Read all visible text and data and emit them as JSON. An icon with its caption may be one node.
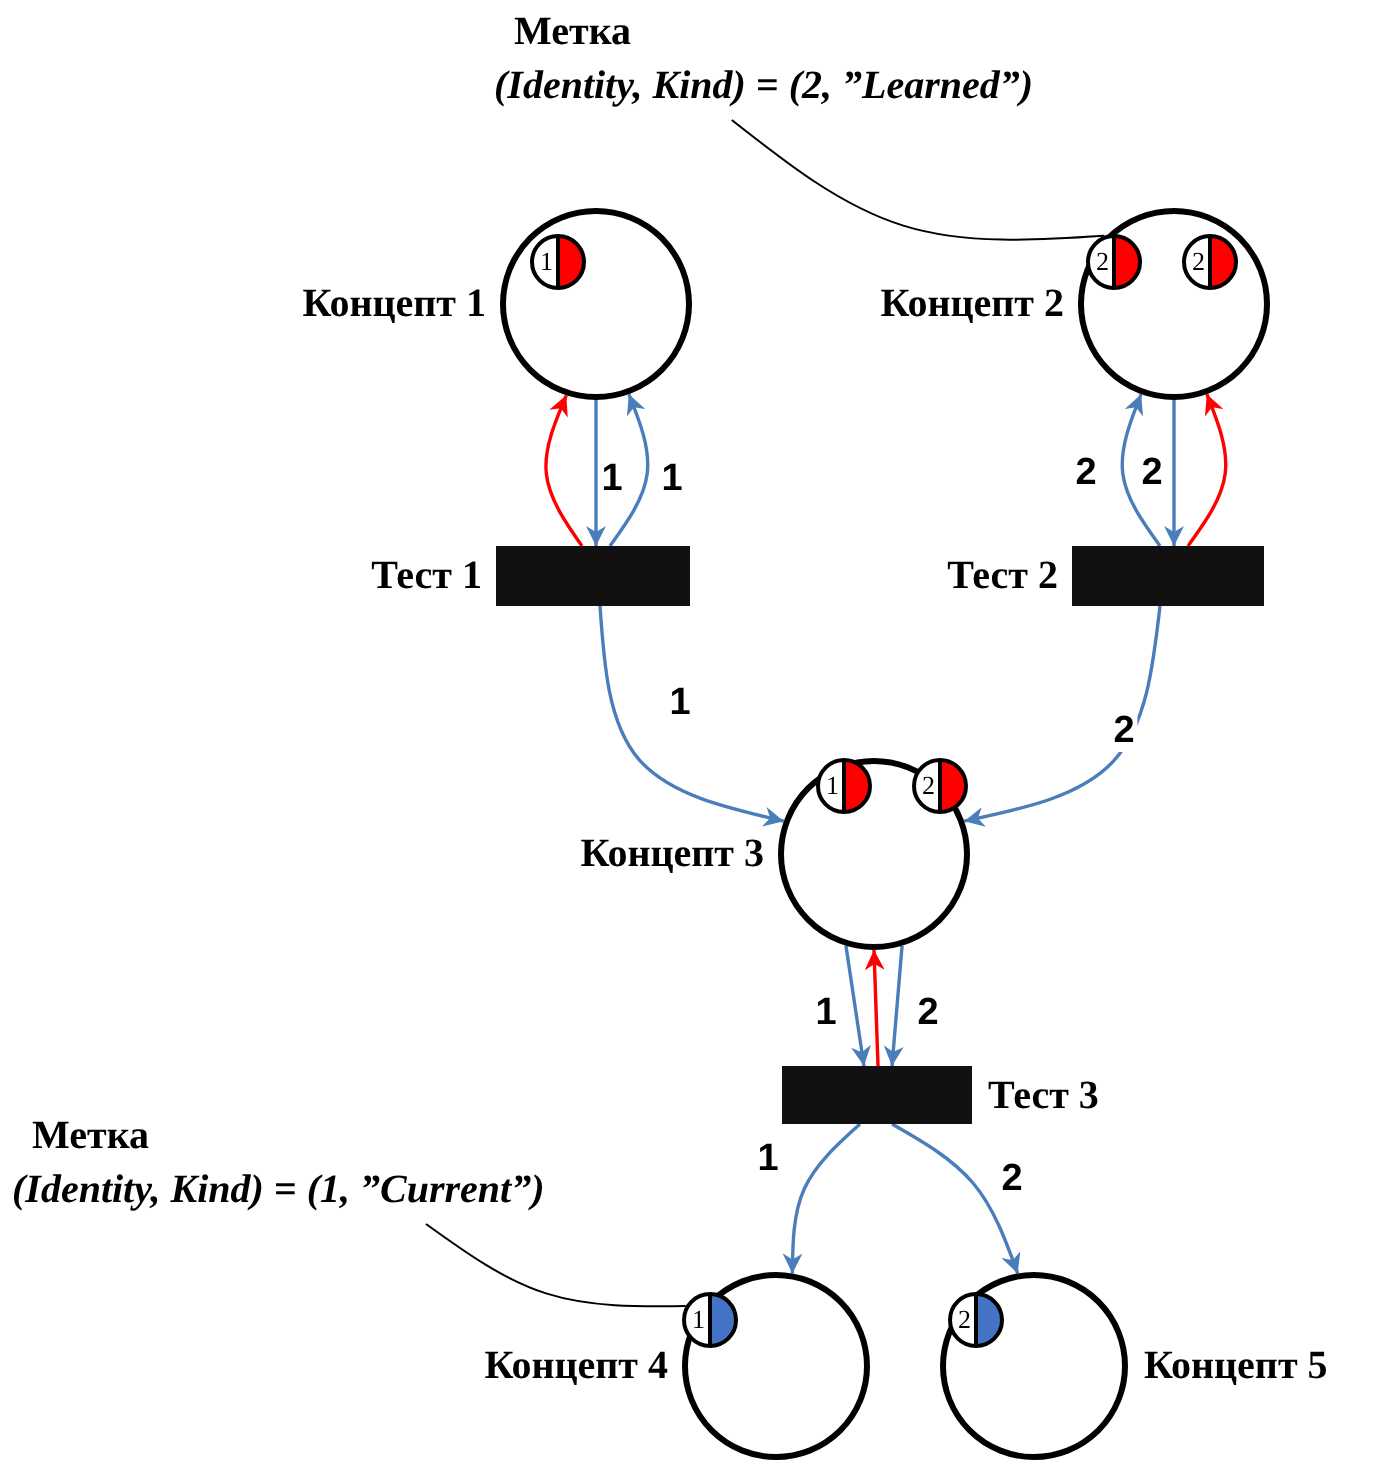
{
  "diagram": {
    "nodes": [
      {
        "text": [
          "Метка",
          "(Identity, Kind) = (2, ”Learned”)"
        ]
      },
      {
        "text": [],
        "shape": "circle",
        "beside": [
          "Концепт 1"
        ]
      },
      {
        "text": [
          "1"
        ],
        "in": 1
      },
      {
        "text": [],
        "shape": "circle",
        "beside": [
          "Концепт 2"
        ]
      },
      {
        "text": [
          "2"
        ],
        "in": 3
      },
      {
        "text": [
          "2"
        ],
        "in": 3
      },
      {
        "text": [],
        "shape": "bar",
        "beside": [
          "Тест 1"
        ]
      },
      {
        "text": [],
        "shape": "bar",
        "beside": [
          "Тест 2"
        ]
      },
      {
        "text": [],
        "shape": "circle",
        "beside": [
          "Концепт 3"
        ]
      },
      {
        "text": [
          "1"
        ],
        "in": 8
      },
      {
        "text": [
          "2"
        ],
        "in": 8
      },
      {
        "text": [],
        "shape": "bar",
        "beside": [
          "Тест 3"
        ]
      },
      {
        "text": [
          "Метка",
          "(Identity, Kind) = (1, ”Current”)"
        ]
      },
      {
        "text": [],
        "shape": "circle",
        "beside": [
          "Концепт 4"
        ]
      },
      {
        "text": [
          "1"
        ],
        "in": 13
      },
      {
        "text": [],
        "shape": "circle",
        "beside": [
          "Концепт 5"
        ]
      },
      {
        "text": [
          "2"
        ],
        "in": 15
      }
    ],
    "edges": [
      {
        "from": 6,
        "to": 1,
        "arrow": "to",
        "color": "#ff0000"
      },
      {
        "from": 1,
        "to": 6,
        "arrow": "to",
        "label": "1"
      },
      {
        "from": 6,
        "to": 1,
        "arrow": "to",
        "label": "1"
      },
      {
        "from": 7,
        "to": 3,
        "arrow": "to",
        "label": "2"
      },
      {
        "from": 3,
        "to": 7,
        "arrow": "to",
        "label": "2"
      },
      {
        "from": 7,
        "to": 3,
        "arrow": "to",
        "color": "#ff0000"
      },
      {
        "from": 6,
        "to": 8,
        "arrow": "to",
        "label": "1"
      },
      {
        "from": 7,
        "to": 8,
        "arrow": "to",
        "label": "2"
      },
      {
        "from": 8,
        "to": 11,
        "arrow": "to",
        "label": "1"
      },
      {
        "from": 11,
        "to": 8,
        "arrow": "to",
        "color": "#ff0000"
      },
      {
        "from": 8,
        "to": 11,
        "arrow": "to",
        "label": "2"
      },
      {
        "from": 11,
        "to": 13,
        "arrow": "to",
        "label": "1"
      },
      {
        "from": 11,
        "to": 15,
        "arrow": "to",
        "label": "2"
      },
      {
        "from": 0,
        "to": 4,
        "arrow": "none",
        "color": "#000000"
      },
      {
        "from": 12,
        "to": 14,
        "arrow": "none",
        "color": "#000000"
      }
    ]
  }
}
